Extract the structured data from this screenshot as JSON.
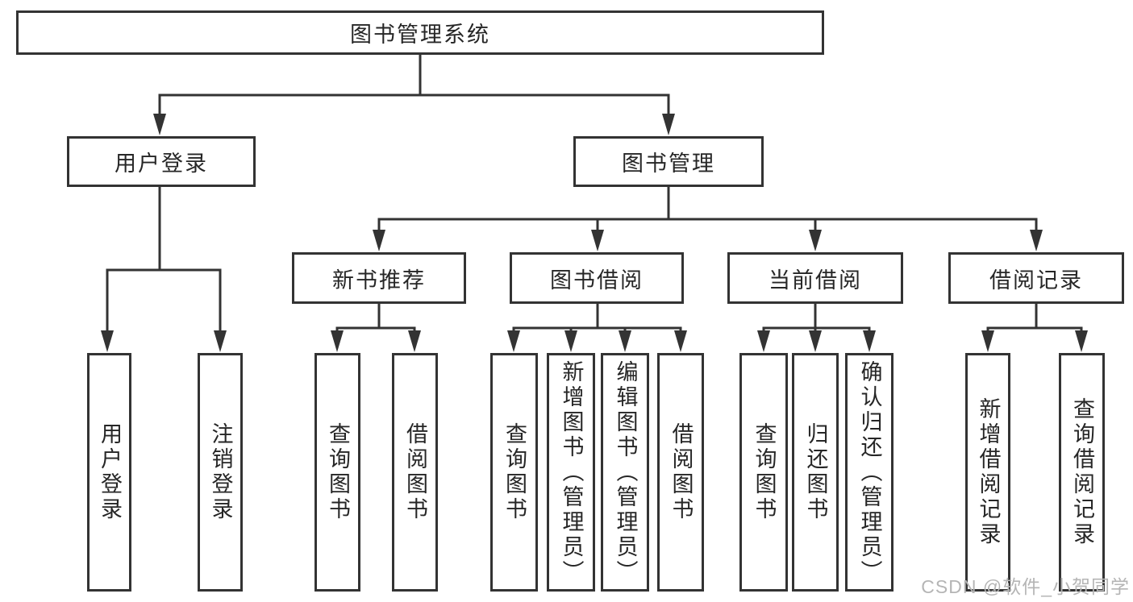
{
  "diagram": {
    "type": "hierarchy-tree",
    "colors": {
      "line": "#333333",
      "box_border": "#333333",
      "text": "#262626",
      "background": "#ffffff",
      "watermark_text": "#b5b5b5"
    },
    "tree": {
      "label": "图书管理系统",
      "children": [
        {
          "label": "用户登录",
          "children": [
            {
              "label": "用户登录"
            },
            {
              "label": "注销登录"
            }
          ]
        },
        {
          "label": "图书管理",
          "children": [
            {
              "label": "新书推荐",
              "children": [
                {
                  "label": "查询图书"
                },
                {
                  "label": "借阅图书"
                }
              ]
            },
            {
              "label": "图书借阅",
              "children": [
                {
                  "label": "查询图书"
                },
                {
                  "label": "新增图书（管理员）"
                },
                {
                  "label": "编辑图书（管理员）"
                },
                {
                  "label": "借阅图书"
                }
              ]
            },
            {
              "label": "当前借阅",
              "children": [
                {
                  "label": "查询图书"
                },
                {
                  "label": "归还图书"
                },
                {
                  "label": "确认归还（管理员）"
                }
              ]
            },
            {
              "label": "借阅记录",
              "children": [
                {
                  "label": "新增借阅记录"
                },
                {
                  "label": "查询借阅记录"
                }
              ]
            }
          ]
        }
      ]
    },
    "watermark": "CSDN @软件_小贺同学"
  }
}
